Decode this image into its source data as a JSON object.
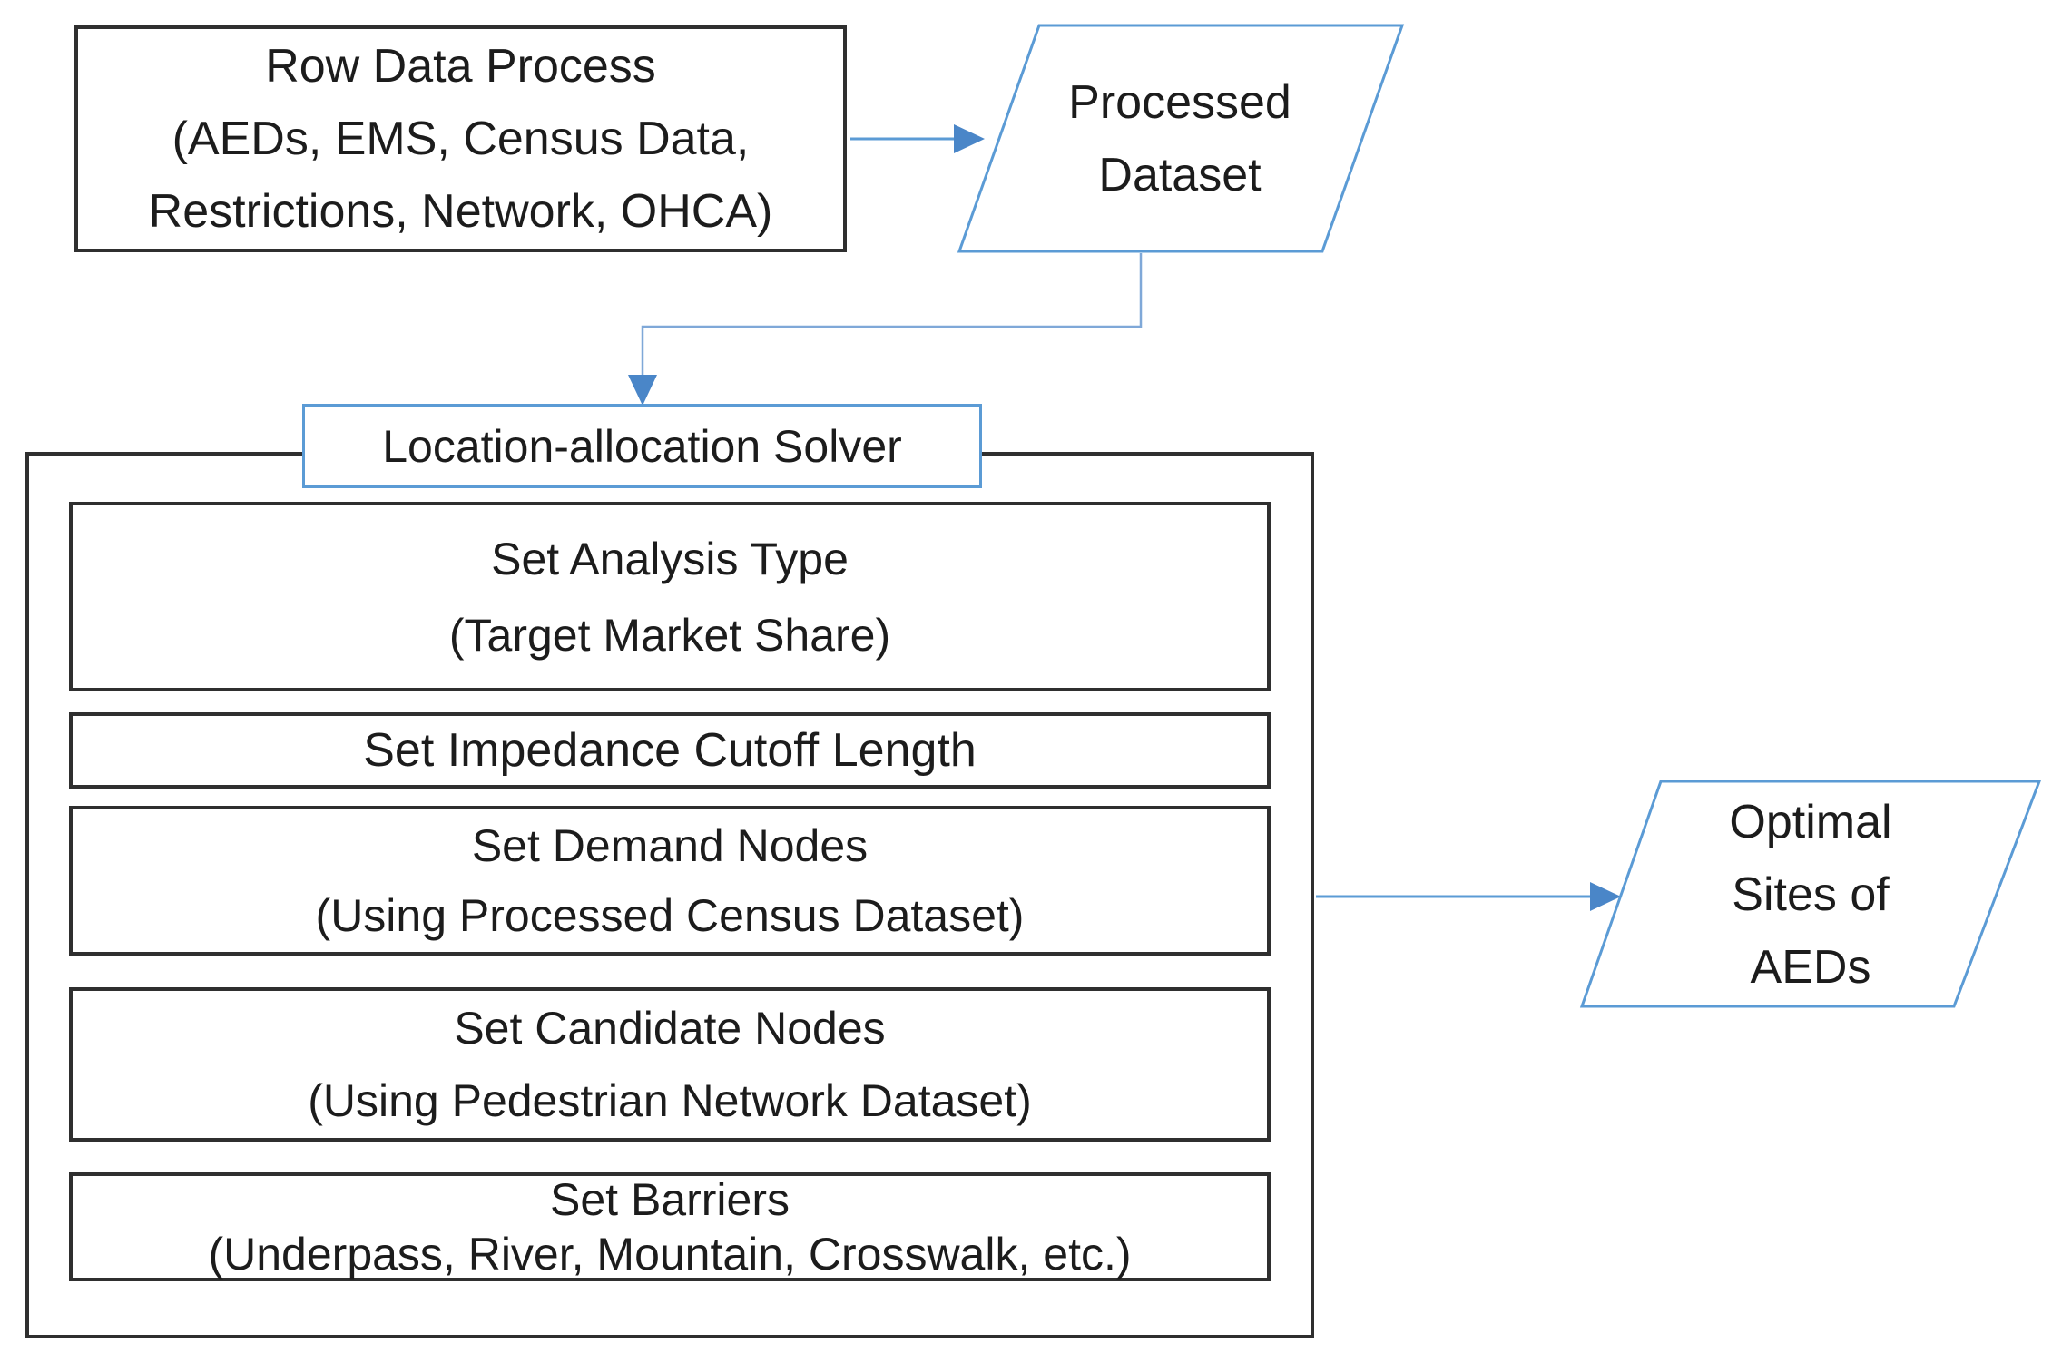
{
  "diagram_title": "AED location-allocation flowchart",
  "colors": {
    "accent_blue": "#5b9bd5",
    "arrowhead_blue": "#4a86c8",
    "box_border": "#2f2f2f",
    "text": "#1c1c1c",
    "background": "#ffffff"
  },
  "nodes": {
    "row_data_process": {
      "lines": [
        "Row Data Process",
        "(AEDs, EMS, Census Data,",
        "Restrictions, Network, OHCA)"
      ]
    },
    "processed_dataset": {
      "lines": [
        "Processed",
        "Dataset"
      ]
    },
    "solver_label": {
      "text": "Location-allocation Solver"
    },
    "solver_steps": [
      {
        "lines": [
          "Set Analysis Type",
          "(Target Market Share)"
        ]
      },
      {
        "lines": [
          "Set Impedance Cutoff Length"
        ]
      },
      {
        "lines": [
          "Set Demand Nodes",
          "(Using Processed Census Dataset)"
        ]
      },
      {
        "lines": [
          "Set Candidate Nodes",
          "(Using Pedestrian Network Dataset)"
        ]
      },
      {
        "lines": [
          "Set Barriers",
          "(Underpass, River, Mountain, Crosswalk, etc.)"
        ]
      }
    ],
    "optimal_sites": {
      "lines": [
        "Optimal",
        "Sites of",
        "AEDs"
      ]
    }
  }
}
